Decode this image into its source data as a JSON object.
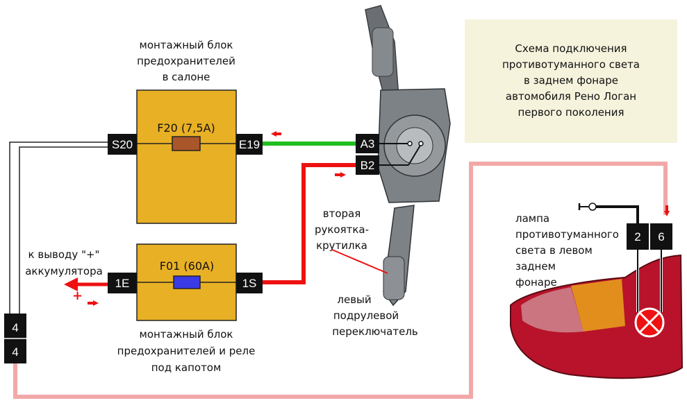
{
  "title_lines": [
    "Схема подключения",
    "противотуманного света",
    "в заднем фонаре",
    "автомобиля Рено Логан",
    "первого поколения"
  ],
  "cabin_block": {
    "caption_lines": [
      "монтажный блок",
      "предохранителей",
      "в салоне"
    ],
    "fuse_label": "F20 (7,5A)",
    "left_terminal": "S20",
    "right_terminal": "E19"
  },
  "hood_block": {
    "caption_lines": [
      "монтажный блок",
      "предохранителей и реле",
      "под капотом"
    ],
    "fuse_label": "F01 (60A)",
    "left_terminal": "1E",
    "right_terminal": "1S"
  },
  "switch": {
    "terminal_a": "A3",
    "terminal_b": "B2",
    "knob_label_lines": [
      "вторая",
      "рукоятка-",
      "крутилка"
    ],
    "caption_lines": [
      "левый",
      "подрулевой",
      "переключатель"
    ]
  },
  "battery_label_lines": [
    "к выводу \"+\"",
    "аккумулятора"
  ],
  "plus_sign": "+",
  "connector_left": [
    "4",
    "4"
  ],
  "lamp": {
    "caption_lines": [
      "лампа",
      "противотуманного",
      "света в левом",
      "заднем",
      "фонаре"
    ],
    "pin_left": "2",
    "pin_right": "6"
  },
  "colors": {
    "fuse_block": "#e8b025",
    "wire_green": "#1fbf1f",
    "wire_red": "#ee1111",
    "wire_pink": "#f2a8a8",
    "fuse_f20": "#a8562a",
    "fuse_f01": "#3a3ae6",
    "title_box": "#f5f3dc"
  }
}
